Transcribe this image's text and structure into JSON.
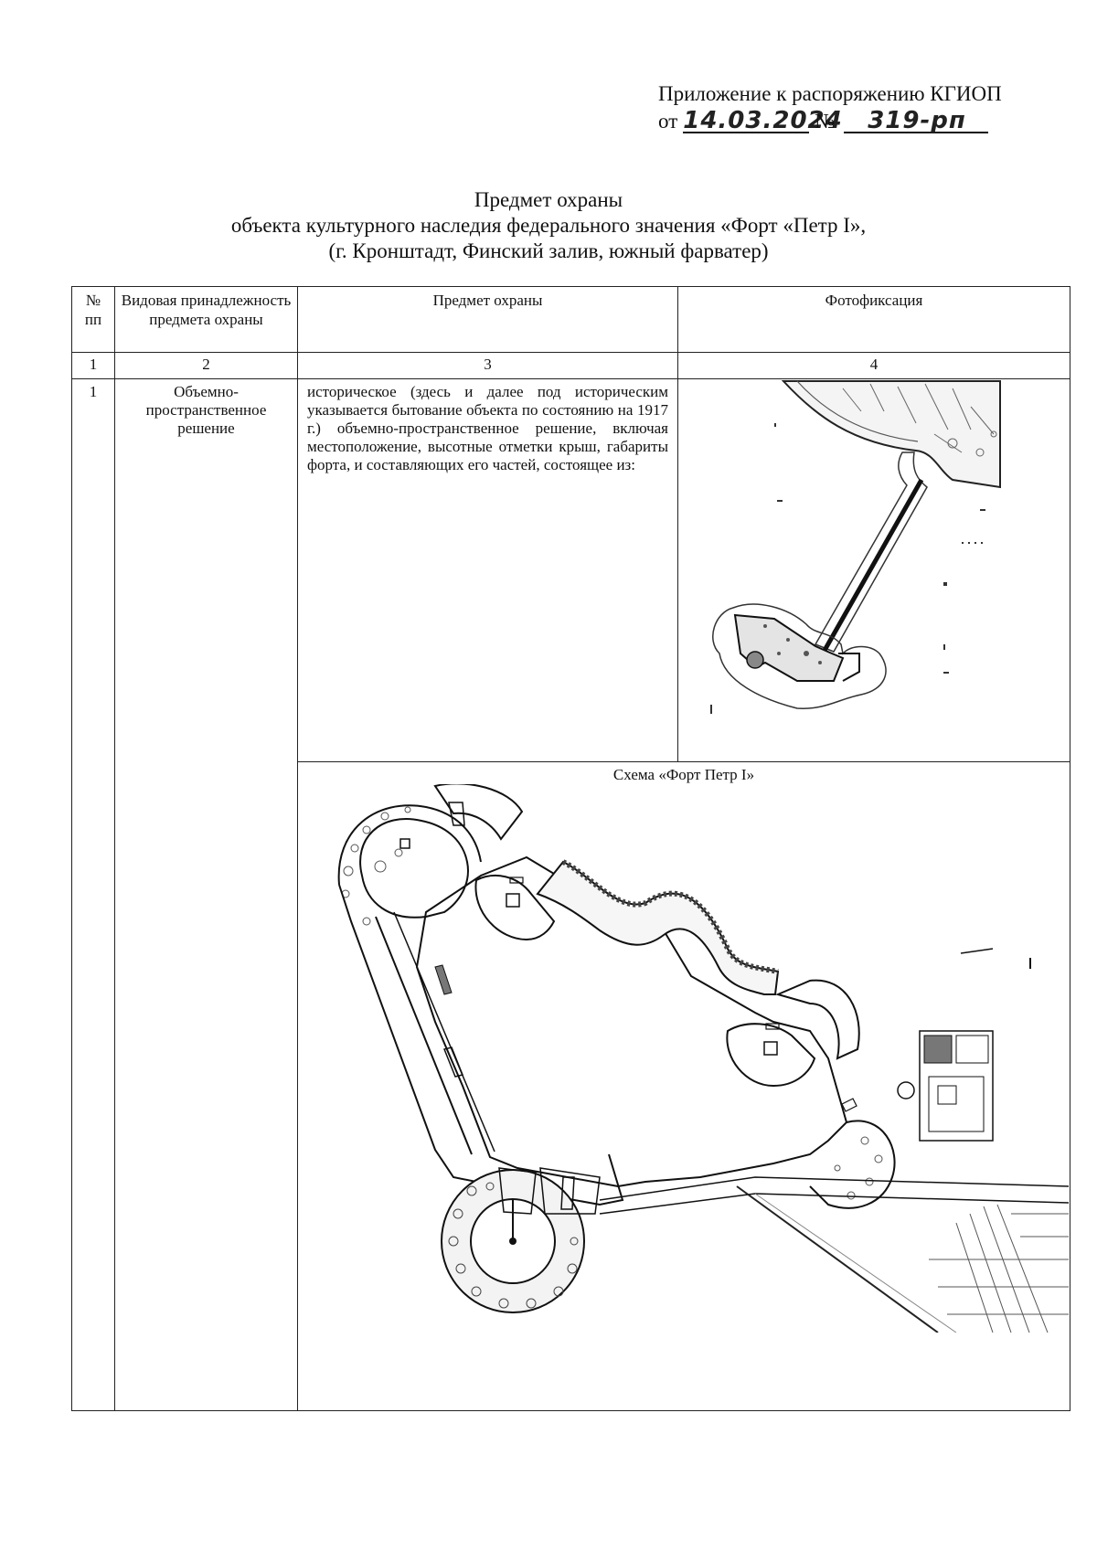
{
  "appendix": {
    "line1": "Приложение к распоряжению КГИОП",
    "prefix": "от",
    "date": "14.03.2024",
    "number_sign": "№",
    "number": "319-рп"
  },
  "title": {
    "line1": "Предмет охраны",
    "line2": "объекта культурного наследия федерального значения «Форт «Петр I»,",
    "line3": "(г. Кронштадт, Финский залив, южный фарватер)"
  },
  "table": {
    "headers": {
      "num": "№ пп",
      "kind": "Видовая принадлежность предмета охраны",
      "subject": "Предмет охраны",
      "photo": "Фотофиксация"
    },
    "col_numbers": [
      "1",
      "2",
      "3",
      "4"
    ],
    "rows": [
      {
        "num": "1",
        "kind": "Объемно-пространственное решение",
        "text": "историческое (здесь и далее под историческим указывается бытование объекта по состоянию на 1917 г.) объемно-пространственное решение, включая местоположение, высотные отметки крыш, габариты форта, и составляющих его частей, состоящее из:"
      }
    ],
    "scheme_title": "Схема «Форт Петр I»"
  }
}
